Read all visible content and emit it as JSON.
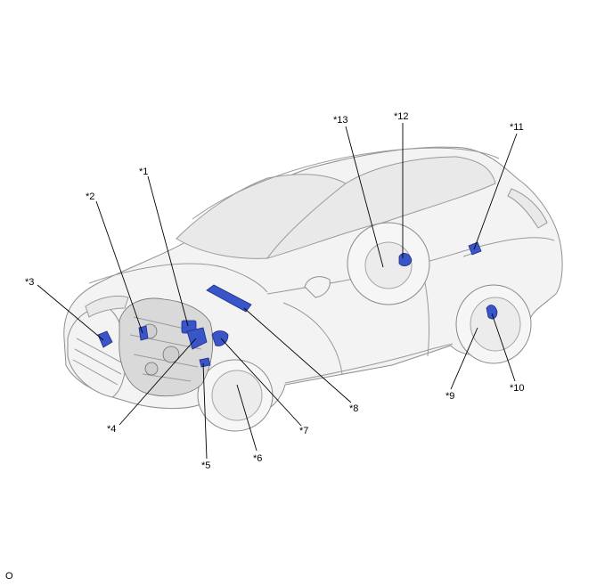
{
  "diagram": {
    "callouts": [
      {
        "id": "c1",
        "label": "*1"
      },
      {
        "id": "c2",
        "label": "*2"
      },
      {
        "id": "c3",
        "label": "*3"
      },
      {
        "id": "c4",
        "label": "*4"
      },
      {
        "id": "c5",
        "label": "*5"
      },
      {
        "id": "c6",
        "label": "*6"
      },
      {
        "id": "c7",
        "label": "*7"
      },
      {
        "id": "c8",
        "label": "*8"
      },
      {
        "id": "c9",
        "label": "*9"
      },
      {
        "id": "c10",
        "label": "*10"
      },
      {
        "id": "c11",
        "label": "*11"
      },
      {
        "id": "c12",
        "label": "*12"
      },
      {
        "id": "c13",
        "label": "*13"
      }
    ],
    "colors": {
      "highlight_part": "#3a55c8",
      "vehicle_body": "#f3f3f3",
      "outline": "#8f8f8f"
    }
  },
  "footer": {
    "code": "O"
  }
}
